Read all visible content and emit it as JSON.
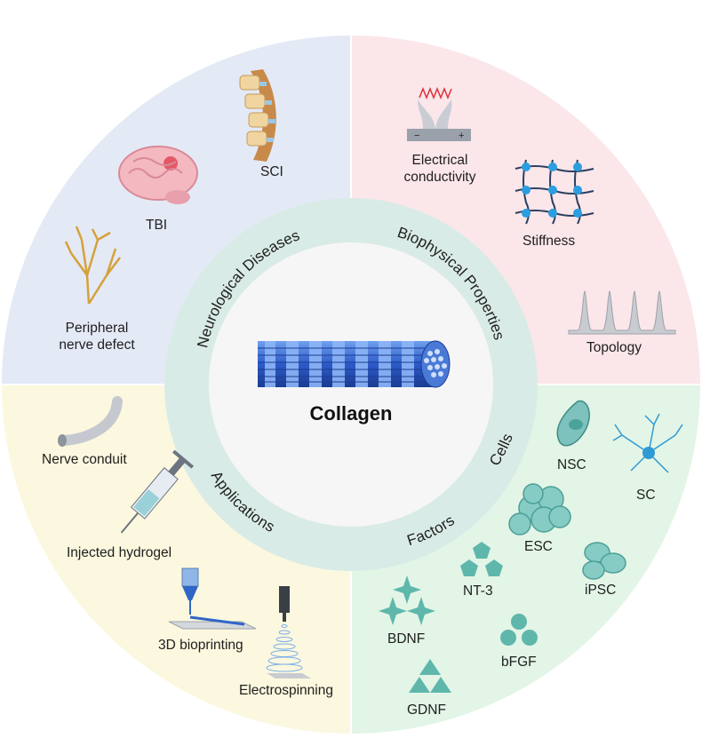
{
  "center": {
    "title": "Collagen"
  },
  "ring": {
    "neurological": "Neurological Diseases",
    "biophysical": "Biophysical Properties",
    "cells": "Cells",
    "factors": "Factors",
    "applications": "Applications"
  },
  "quadrants": {
    "neuro": {
      "color": "#e4e9f6",
      "items": [
        "SCI",
        "TBI",
        "Peripheral\nnerve defect"
      ]
    },
    "biophys": {
      "color": "#fbe6ea",
      "items": [
        "Electrical\nconductivity",
        "Stiffness",
        "Topology"
      ]
    },
    "cells": {
      "color": "#e2f5e6",
      "items": [
        "NSC",
        "SC",
        "ESC",
        "iPSC"
      ]
    },
    "factors": {
      "items": [
        "NT-3",
        "BDNF",
        "bFGF",
        "GDNF"
      ]
    },
    "apps": {
      "color": "#fbf8df",
      "items": [
        "Nerve conduit",
        "Injected hydrogel",
        "3D bioprinting",
        "Electrospinning"
      ]
    }
  },
  "colors": {
    "ring": "#d9ebe6",
    "teal": "#5fb7ac",
    "inner": "#f6f6f6",
    "fiber": "#2a56c2"
  }
}
